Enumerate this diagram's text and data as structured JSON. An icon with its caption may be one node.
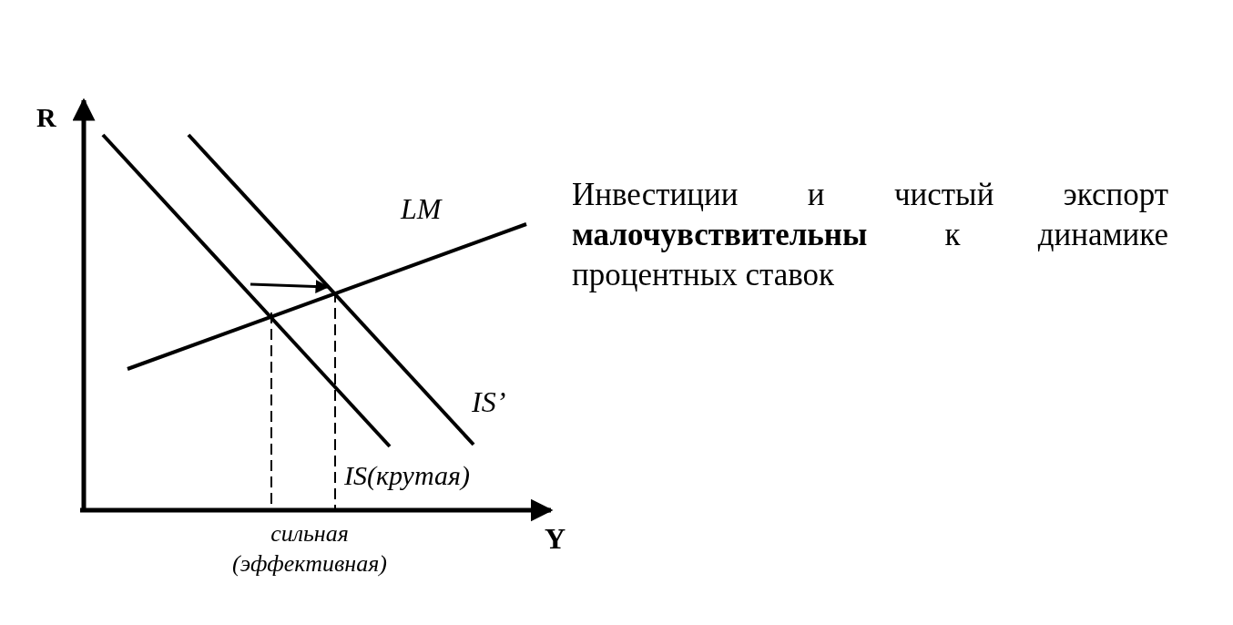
{
  "diagram": {
    "labels": [
      "R",
      "LM",
      "IS’",
      "IS(крутая)",
      "Y",
      "сильная (эффективная)",
      "Инвестиции и чистый экспорт **малочувствительны** к динамике процентных ставок"
    ]
  }
}
